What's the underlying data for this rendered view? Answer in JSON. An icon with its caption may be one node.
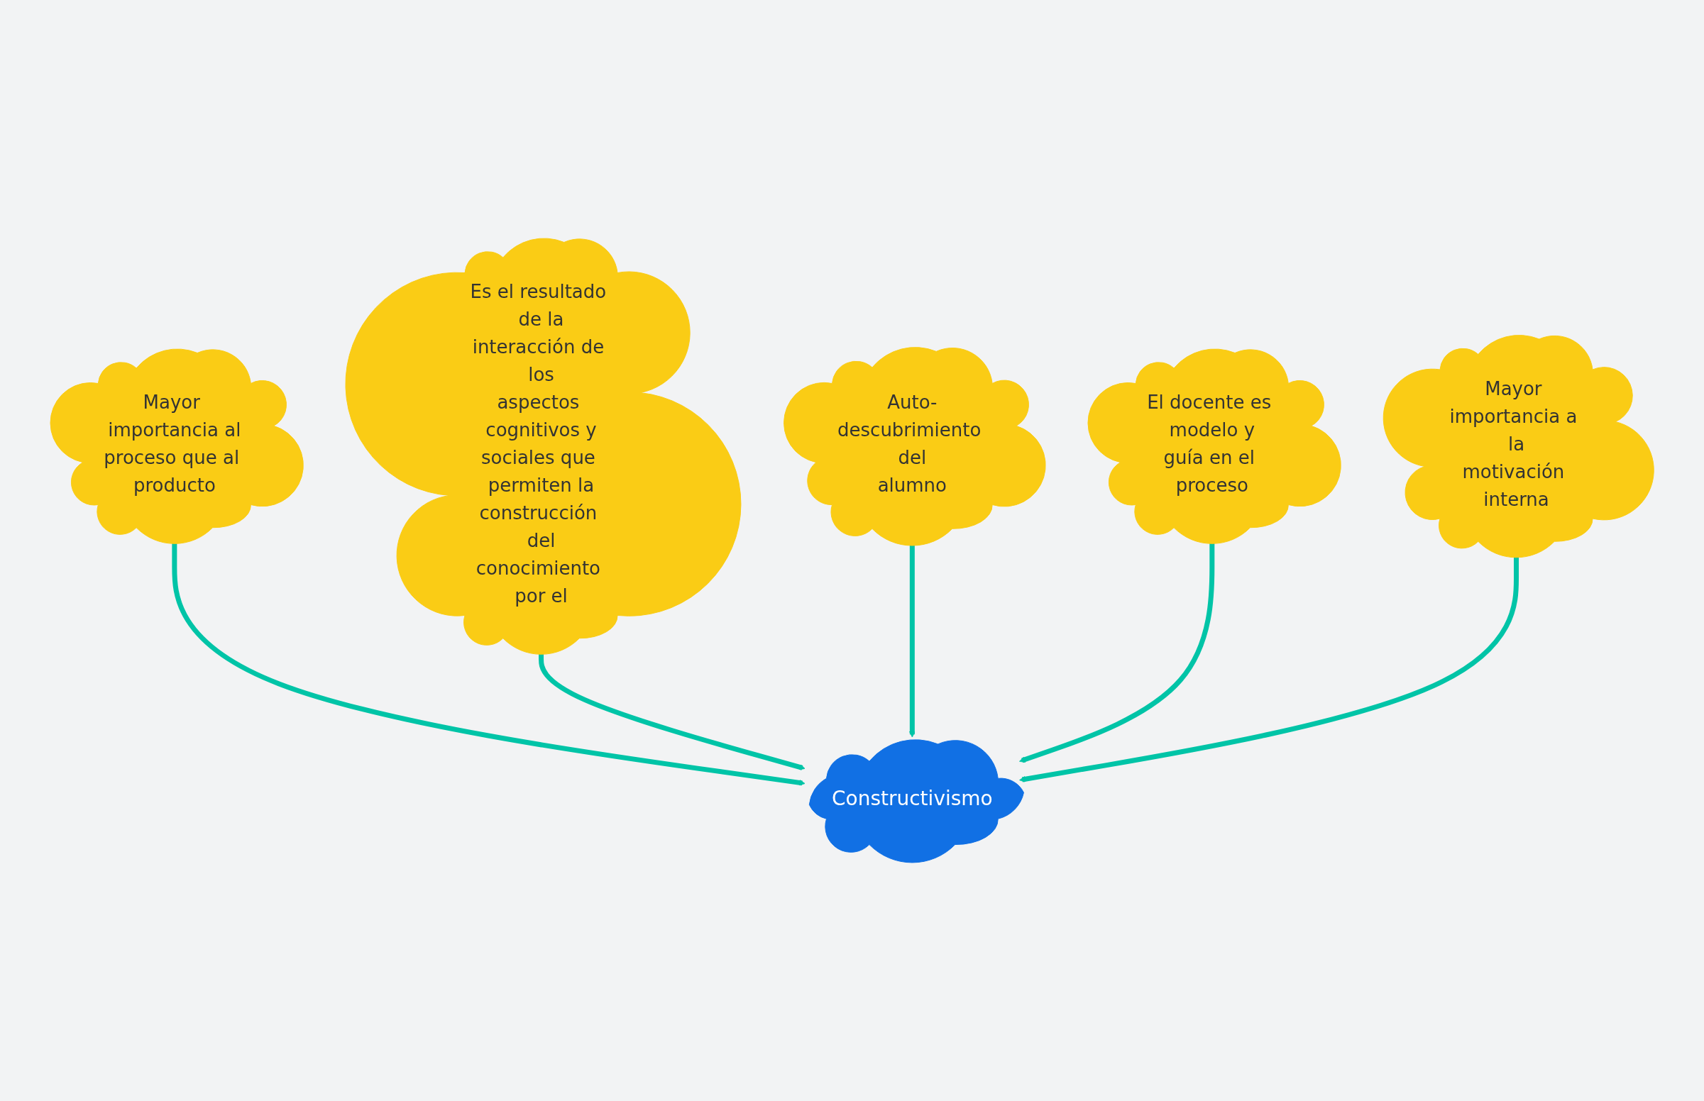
{
  "diagram": {
    "nodes": [
      {
        "text": [
          "Mayor importancia al proceso que al producto"
        ]
      },
      {
        "text": [
          "Es el resultado de la interacción de los aspectos cognitivos y sociales que permiten la construcción del conocimiento por el"
        ]
      },
      {
        "text": [
          "Auto-descubrimiento del alumno"
        ]
      },
      {
        "text": [
          "Constructivismo"
        ]
      },
      {
        "text": [
          "El docente es modelo y guía en el proceso"
        ]
      },
      {
        "text": [
          "Mayor importancia a la motivación interna"
        ]
      }
    ],
    "edges": [
      {
        "from": 0,
        "to": 3,
        "arrow": "to"
      },
      {
        "from": 1,
        "to": 3,
        "arrow": "to"
      },
      {
        "from": 2,
        "to": 3,
        "arrow": "to"
      },
      {
        "from": 4,
        "to": 3,
        "arrow": "to"
      },
      {
        "from": 5,
        "to": 3,
        "arrow": "to"
      }
    ]
  }
}
